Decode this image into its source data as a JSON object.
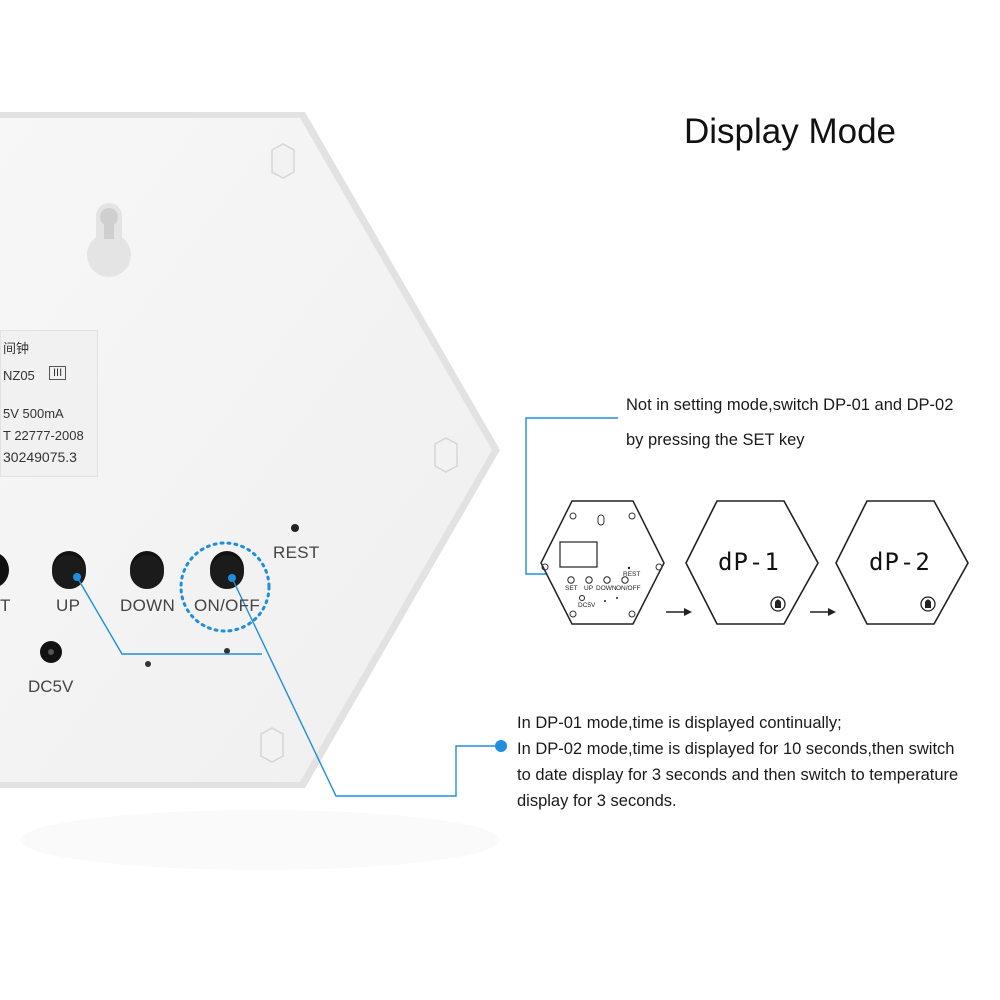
{
  "heading": "Display Mode",
  "device": {
    "label_lines": [
      "间钟",
      "NZ05",
      "5V 500mA",
      "T  22777-2008",
      "30249075.3"
    ],
    "label_mark": "III",
    "button_labels": {
      "set_partial": "T",
      "up": "UP",
      "down": "DOWN",
      "on_off": "ON/OFF",
      "rest": "REST",
      "dc5v": "DC5V"
    }
  },
  "note_top": {
    "line1": "Not in setting mode,switch DP-01 and DP-02",
    "line2": "by pressing the SET key"
  },
  "diagram": {
    "small_labels": {
      "set": "SET",
      "up": "UP",
      "down": "DOWN",
      "on_off": "ON/OFF",
      "rest": "REST",
      "dc5v": "DC5V"
    },
    "screen1": "dP-1",
    "screen2": "dP-2"
  },
  "note_bottom": {
    "line1": "In DP-01 mode,time is displayed continually;",
    "line2": "In DP-02 mode,time is displayed for 10 seconds,then switch",
    "line3": "to date display for 3 seconds and then switch to temperature",
    "line4": "display for 3 seconds."
  },
  "colors": {
    "accent": "#1e8fdc",
    "device_body": "#f5f5f5",
    "button": "#111111"
  },
  "icons": [
    "keyhole-slot-icon",
    "hex-screw-icon",
    "arrow-right-icon",
    "bell-icon",
    "bullet-dot-icon"
  ]
}
